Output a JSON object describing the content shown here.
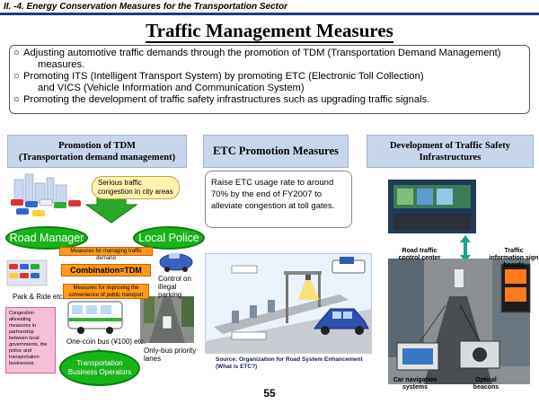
{
  "header": {
    "section_tag": "II. -4. Energy Conservation Measures for the Transportation Sector",
    "title": "Traffic Management Measures"
  },
  "summary": {
    "item1_line1": "Adjusting automotive traffic demands through the promotion of TDM (Transportation Demand Management)",
    "item1_line2": "measures.",
    "item2_line1": "Promoting ITS (Intelligent Transport System) by promoting ETC (Electronic Toll Collection)",
    "item2_line2": "and VICS (Vehicle Information and Communication System)",
    "item3_line1": "Promoting the development of traffic safety infrastructures such as upgrading traffic signals."
  },
  "columns": {
    "tdm_header_line1": "Promotion of TDM",
    "tdm_header_line2": "(Transportation demand management)",
    "etc_header": "ETC Promotion Measures",
    "safety_header_line1": "Development of Traffic Safety",
    "safety_header_line2": "Infrastructures"
  },
  "tdm": {
    "congestion_note": "Serious traffic congestion in city areas",
    "road_manager": "Road Manager",
    "local_police": "Local Police",
    "demand_measures": "Measures for managing traffic demand",
    "combination": "Combination=TDM",
    "transit_measures": "Measures for improving the convenience of public transport",
    "park_ride": "Park & Ride etc.",
    "illegal_parking": "Control on illegal parking",
    "one_coin_bus": "One-coin bus (¥100) etc.",
    "bus_lanes": "Only-bus priority lanes",
    "operators": "Transportation Business Operators",
    "cooperation": "Congestion alleviating measures in partnership between local governments, the police and transportation businesses"
  },
  "etc": {
    "text": "Raise ETC usage rate to around 70% by the end of FY2007 to alleviate congestion at toll gates.",
    "source_line1": "Source: Organization for Road System Enhancement",
    "source_line2": "(What is ETC?)"
  },
  "safety": {
    "control_center": "Road traffic control center",
    "info_boards": "Traffic information sign boards",
    "car_nav": "Car navigation systems",
    "optical_beacons": "Optical beacons"
  },
  "page_number": "55",
  "colors": {
    "header_blue": "#c8d6ec",
    "oval_green": "#19b31a",
    "box_orange": "#ff9a1d",
    "rule_blue": "#1b3b8f"
  }
}
